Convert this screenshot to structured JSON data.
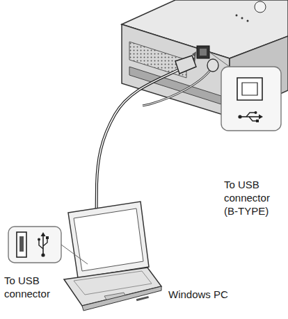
{
  "diagram": {
    "labels": [
      "To USB connector (B-TYPE)",
      "To USB connector",
      "Windows PC"
    ]
  }
}
